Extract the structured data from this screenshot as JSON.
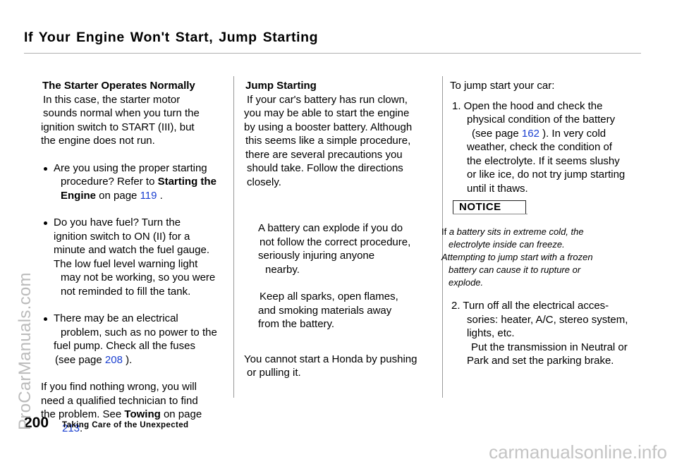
{
  "page": {
    "title": "If Your Engine Won't Start, Jump Starting",
    "footer_number": "200",
    "footer_text": "Taking Care of the Unexpected"
  },
  "col1": {
    "heading": "The Starter Operates Normally",
    "intro": [
      "In this case, the starter motor",
      "sounds normal when you turn the",
      "ignition switch to START (III), but",
      "the engine does not run."
    ],
    "bullet1": {
      "line1": "Are you using the proper starting",
      "line2_pre": "procedure? Refer to ",
      "line2_bold": "Starting the",
      "line3_bold": "Engine",
      "line3_mid": " on page ",
      "page_ref": "119",
      "line3_post": " ."
    },
    "bullet2": [
      "Do you have fuel? Turn the",
      "ignition switch to ON (II) for a",
      "minute and watch the fuel gauge.",
      "The low fuel level warning light",
      "may not be working, so you were",
      "not reminded to fill the tank."
    ],
    "bullet3": {
      "lines": [
        "There may be an electrical",
        "problem, such as no power to the",
        "fuel pump. Check all the fuses"
      ],
      "ref_pre": "(see page ",
      "page_ref": "208",
      "ref_post": " )."
    },
    "closing": {
      "line1": "If you find nothing wrong, you will",
      "line2": "need a qualified technician to find",
      "line3_pre": "the problem. See ",
      "line3_bold": "Towing",
      "line3_post": " on page",
      "page_ref": "213",
      "line4_post": "."
    }
  },
  "col2": {
    "heading": "Jump Starting",
    "intro": [
      "If your car's battery has run clown,",
      "you may be able to start the engine",
      "by using a booster battery. Although",
      "this seems like a simple procedure,",
      "there are several precautions you",
      "should take. Follow the directions",
      "closely."
    ],
    "warning1": [
      "A battery can explode if you do",
      "not follow the correct procedure,",
      "seriously injuring anyone",
      "nearby."
    ],
    "warning2": [
      "Keep all sparks, open flames,",
      "and smoking materials away",
      "from the battery."
    ],
    "closing": [
      "You cannot start a Honda by pushing",
      "or pulling it."
    ]
  },
  "col3": {
    "intro": "To jump start your car:",
    "step1": {
      "line1": "1. Open the hood and check the",
      "line2": "physical condition of the battery",
      "ref_pre": "(see page ",
      "page_ref": "162",
      "ref_post": " ). In very cold",
      "lines": [
        "weather, check the condition of",
        "the electrolyte. If it seems slushy",
        "or like ice, do not try jump starting",
        "until it thaws."
      ]
    },
    "notice_label": "NOTICE",
    "notice_lead": "If ",
    "notice_lines": [
      "a battery sits in extreme cold, the",
      "electrolyte inside can freeze.",
      "Attempting to jump start with a frozen",
      "battery can cause it to rupture or",
      "explode."
    ],
    "step2": [
      "2. Turn off all the electrical acces-",
      "sories: heater, A/C, stereo system,",
      "lights, etc.",
      "Put the transmission in Neutral or",
      "Park and set the parking brake."
    ]
  },
  "watermarks": {
    "left": "ProCarManuals.com",
    "bottom": "carmanualsonline.info"
  }
}
